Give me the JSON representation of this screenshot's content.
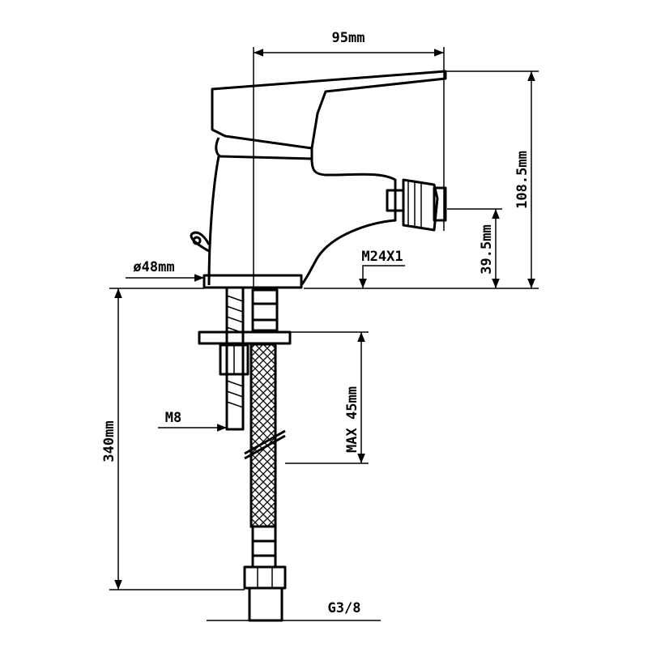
{
  "dimensions": {
    "width_top": "95mm",
    "height_total": "108.5mm",
    "spout_height": "39.5mm",
    "thread_spout": "M24X1",
    "base_diameter": "ø48mm",
    "hose_length": "340mm",
    "mount_stud": "M8",
    "max_deck": "MAX 45mm",
    "inlet_thread": "G3/8"
  }
}
